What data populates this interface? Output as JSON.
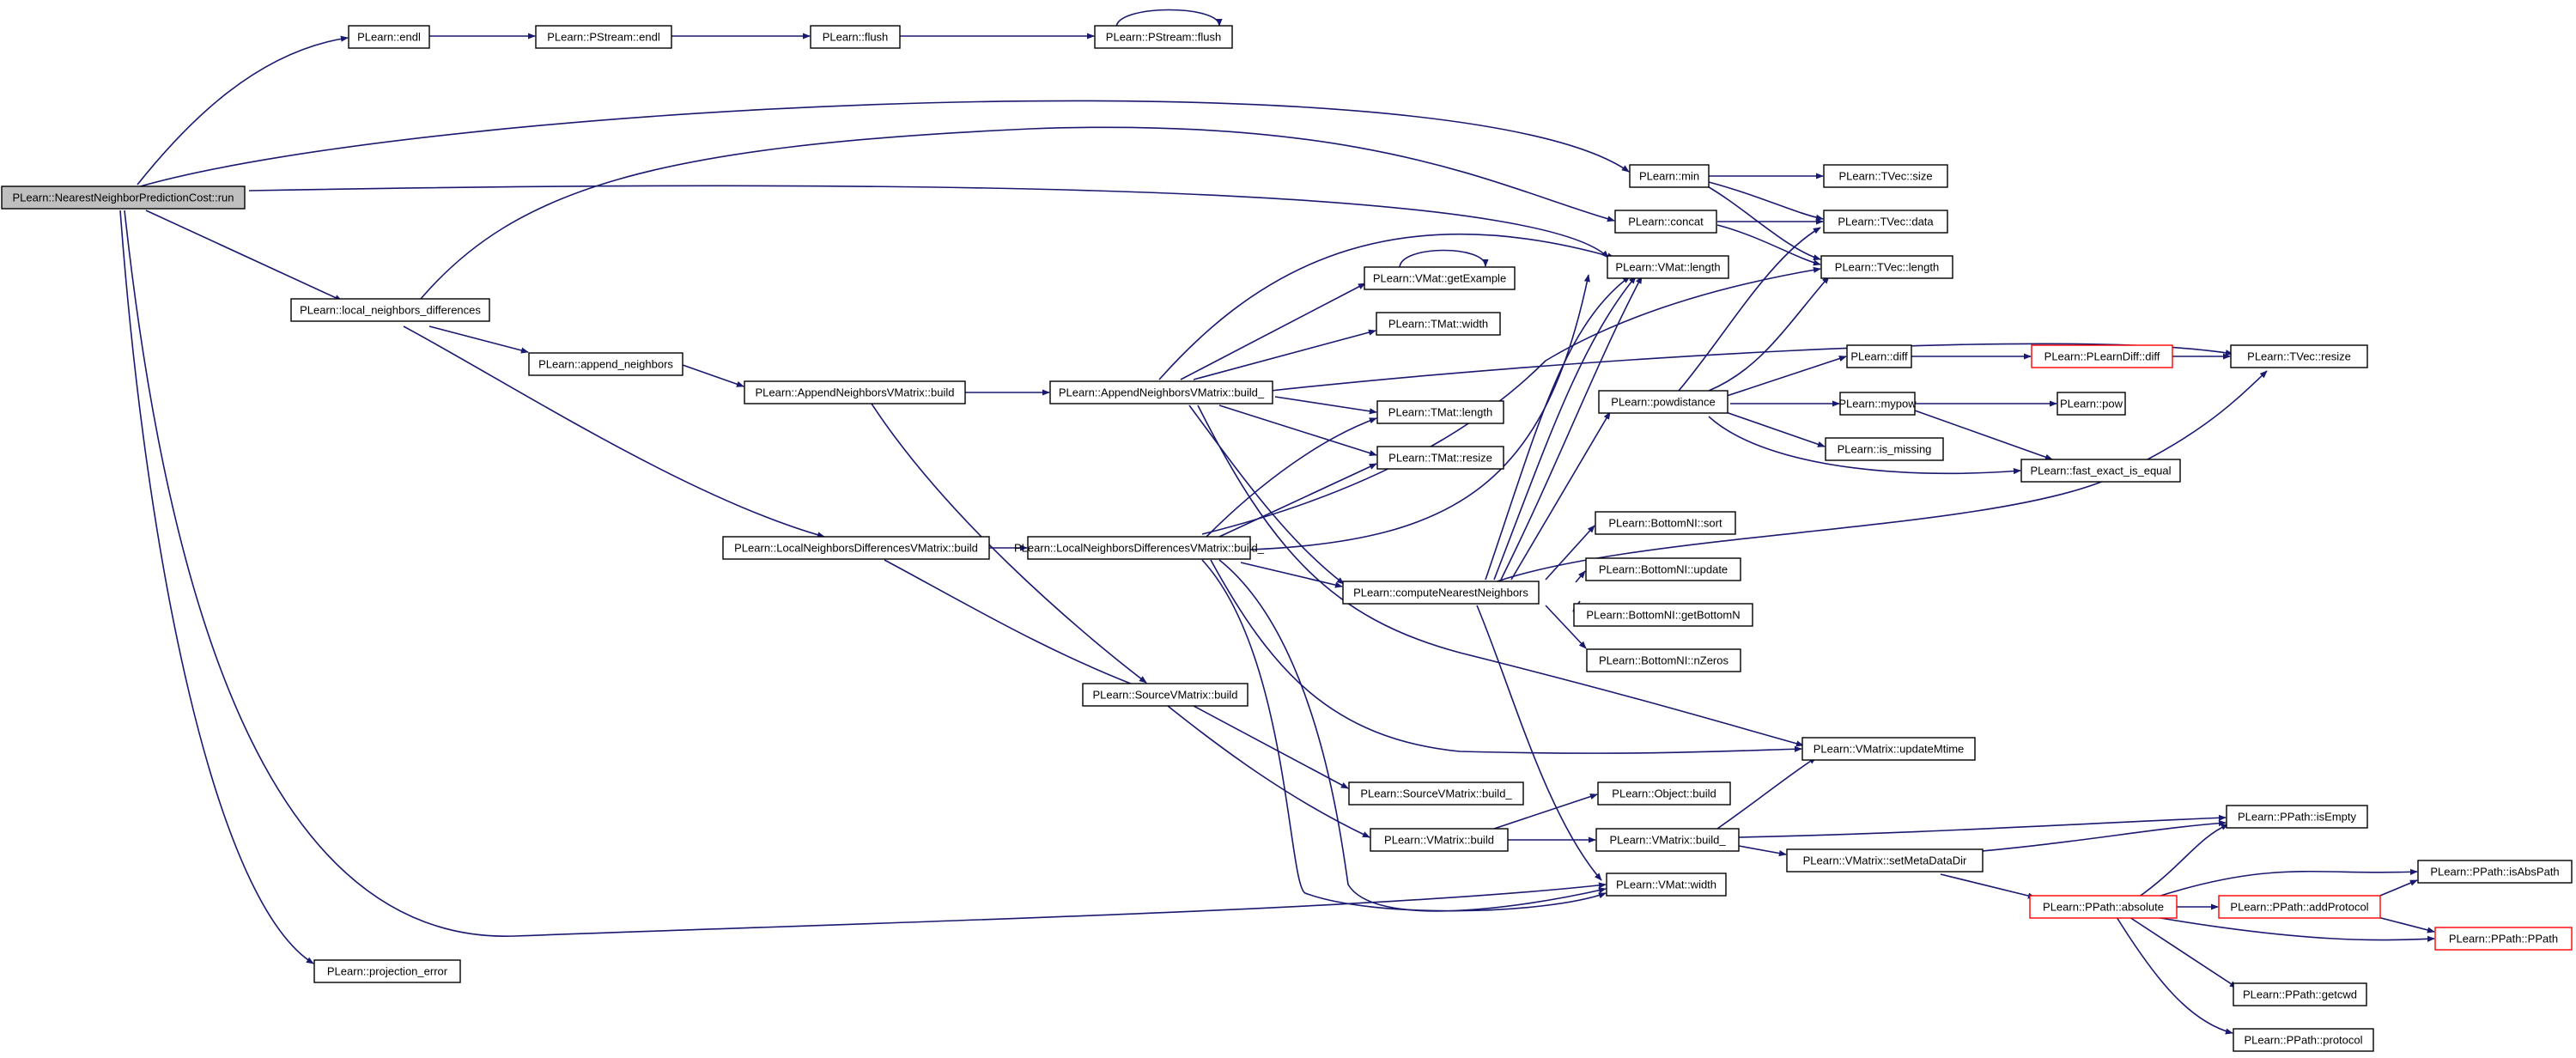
{
  "graph": {
    "colors": {
      "edge": "#191970",
      "node_border": "#000000",
      "root_fill": "#bfbfbf",
      "truncated_border": "#ff0000"
    },
    "nodes": {
      "run": "PLearn::NearestNeighborPredictionCost::run",
      "endl": "PLearn::endl",
      "pstream_endl": "PLearn::PStream::endl",
      "flush": "PLearn::flush",
      "pstream_flush": "PLearn::PStream::flush",
      "min": "PLearn::min",
      "tvec_size": "PLearn::TVec::size",
      "concat": "PLearn::concat",
      "tvec_data": "PLearn::TVec::data",
      "vmat_length": "PLearn::VMat::length",
      "tvec_length": "PLearn::TVec::length",
      "vmat_getexample": "PLearn::VMat::getExample",
      "local_neighbors_differences": "PLearn::local_neighbors_differences",
      "tmat_width": "PLearn::TMat::width",
      "diff": "PLearn::diff",
      "plearndiff_diff": "PLearn::PLearnDiff::diff",
      "tvec_resize": "PLearn::TVec::resize",
      "append_neighbors": "PLearn::append_neighbors",
      "appendneighbors_build": "PLearn::AppendNeighborsVMatrix::build",
      "appendneighbors_build_": "PLearn::AppendNeighborsVMatrix::build_",
      "tmat_length": "PLearn::TMat::length",
      "powdistance": "PLearn::powdistance",
      "mypow": "PLearn::mypow",
      "pow": "PLearn::pow",
      "tmat_resize": "PLearn::TMat::resize",
      "is_missing": "PLearn::is_missing",
      "fast_exact_is_equal": "PLearn::fast_exact_is_equal",
      "bottomni_sort": "PLearn::BottomNI::sort",
      "lndiff_build": "PLearn::LocalNeighborsDifferencesVMatrix::build",
      "lndiff_build_": "PLearn::LocalNeighborsDifferencesVMatrix::build_",
      "bottomni_update": "PLearn::BottomNI::update",
      "computenearestneighbors": "PLearn::computeNearestNeighbors",
      "bottomni_getbottomn": "PLearn::BottomNI::getBottomN",
      "bottomni_nzeros": "PLearn::BottomNI::nZeros",
      "sourcevmatrix_build": "PLearn::SourceVMatrix::build",
      "vmatrix_updatemtime": "PLearn::VMatrix::updateMtime",
      "sourcevmatrix_build_": "PLearn::SourceVMatrix::build_",
      "object_build": "PLearn::Object::build",
      "vmatrix_build": "PLearn::VMatrix::build",
      "vmatrix_build_": "PLearn::VMatrix::build_",
      "ppath_isempty": "PLearn::PPath::isEmpty",
      "vmatrix_setmetadatadir": "PLearn::VMatrix::setMetaDataDir",
      "vmat_width": "PLearn::VMat::width",
      "ppath_isabspath": "PLearn::PPath::isAbsPath",
      "ppath_absolute": "PLearn::PPath::absolute",
      "ppath_addprotocol": "PLearn::PPath::addProtocol",
      "ppath_ppath": "PLearn::PPath::PPath",
      "projection_error": "PLearn::projection_error",
      "ppath_getcwd": "PLearn::PPath::getcwd",
      "ppath_protocol": "PLearn::PPath::protocol"
    }
  }
}
